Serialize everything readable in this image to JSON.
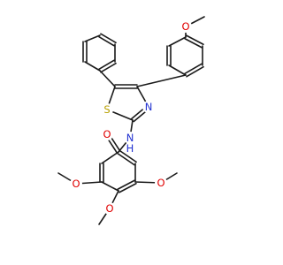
{
  "diagram": {
    "colors": {
      "bond": "#1a1a1a",
      "O": "#e00000",
      "N": "#2030d0",
      "S": "#b8a000"
    },
    "atoms": [
      {
        "id": "O1",
        "label": "O",
        "element": "O"
      },
      {
        "id": "S1",
        "label": "S",
        "element": "S"
      },
      {
        "id": "N1",
        "label": "N",
        "element": "N"
      },
      {
        "id": "N2",
        "label": "N",
        "element": "N"
      },
      {
        "id": "H1",
        "label": "H",
        "element": "N"
      },
      {
        "id": "O2",
        "label": "O",
        "element": "O"
      },
      {
        "id": "O3",
        "label": "O",
        "element": "O"
      },
      {
        "id": "O4",
        "label": "O",
        "element": "O"
      },
      {
        "id": "O5",
        "label": "O",
        "element": "O"
      }
    ]
  }
}
